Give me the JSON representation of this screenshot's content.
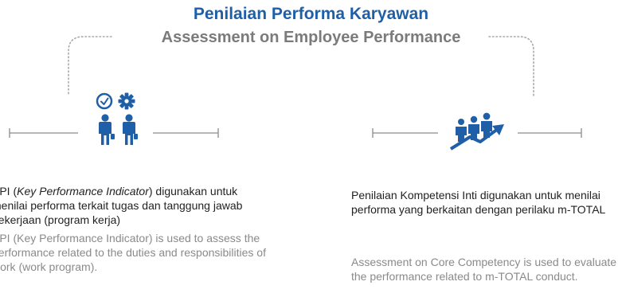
{
  "header": {
    "title_id": "Penilaian Performa Karyawan",
    "title_en": "Assessment on Employee Performance"
  },
  "left": {
    "icon_name": "clock-gear-employees-icon",
    "text_id": "KPI (Key Performance Indicator) digunakan untuk menilai performa terkait tugas dan tanggung jawab pekerjaan (program kerja)",
    "text_en": "KPI (Key Performance Indicator) is used to assess the performance related to the duties and responsibilities of work (work program)."
  },
  "right": {
    "icon_name": "team-growth-arrow-icon",
    "text_id": "Penilaian Kompetensi Inti digunakan untuk menilai performa yang berkaitan dengan perilaku m-TOTAL",
    "text_en": "Assessment on Core Competency is used to evaluate the performance related to m-TOTAL conduct."
  },
  "colors": {
    "blue": "#1f5fa8",
    "gray": "#7b7b7b",
    "line": "#8c8c8c"
  }
}
